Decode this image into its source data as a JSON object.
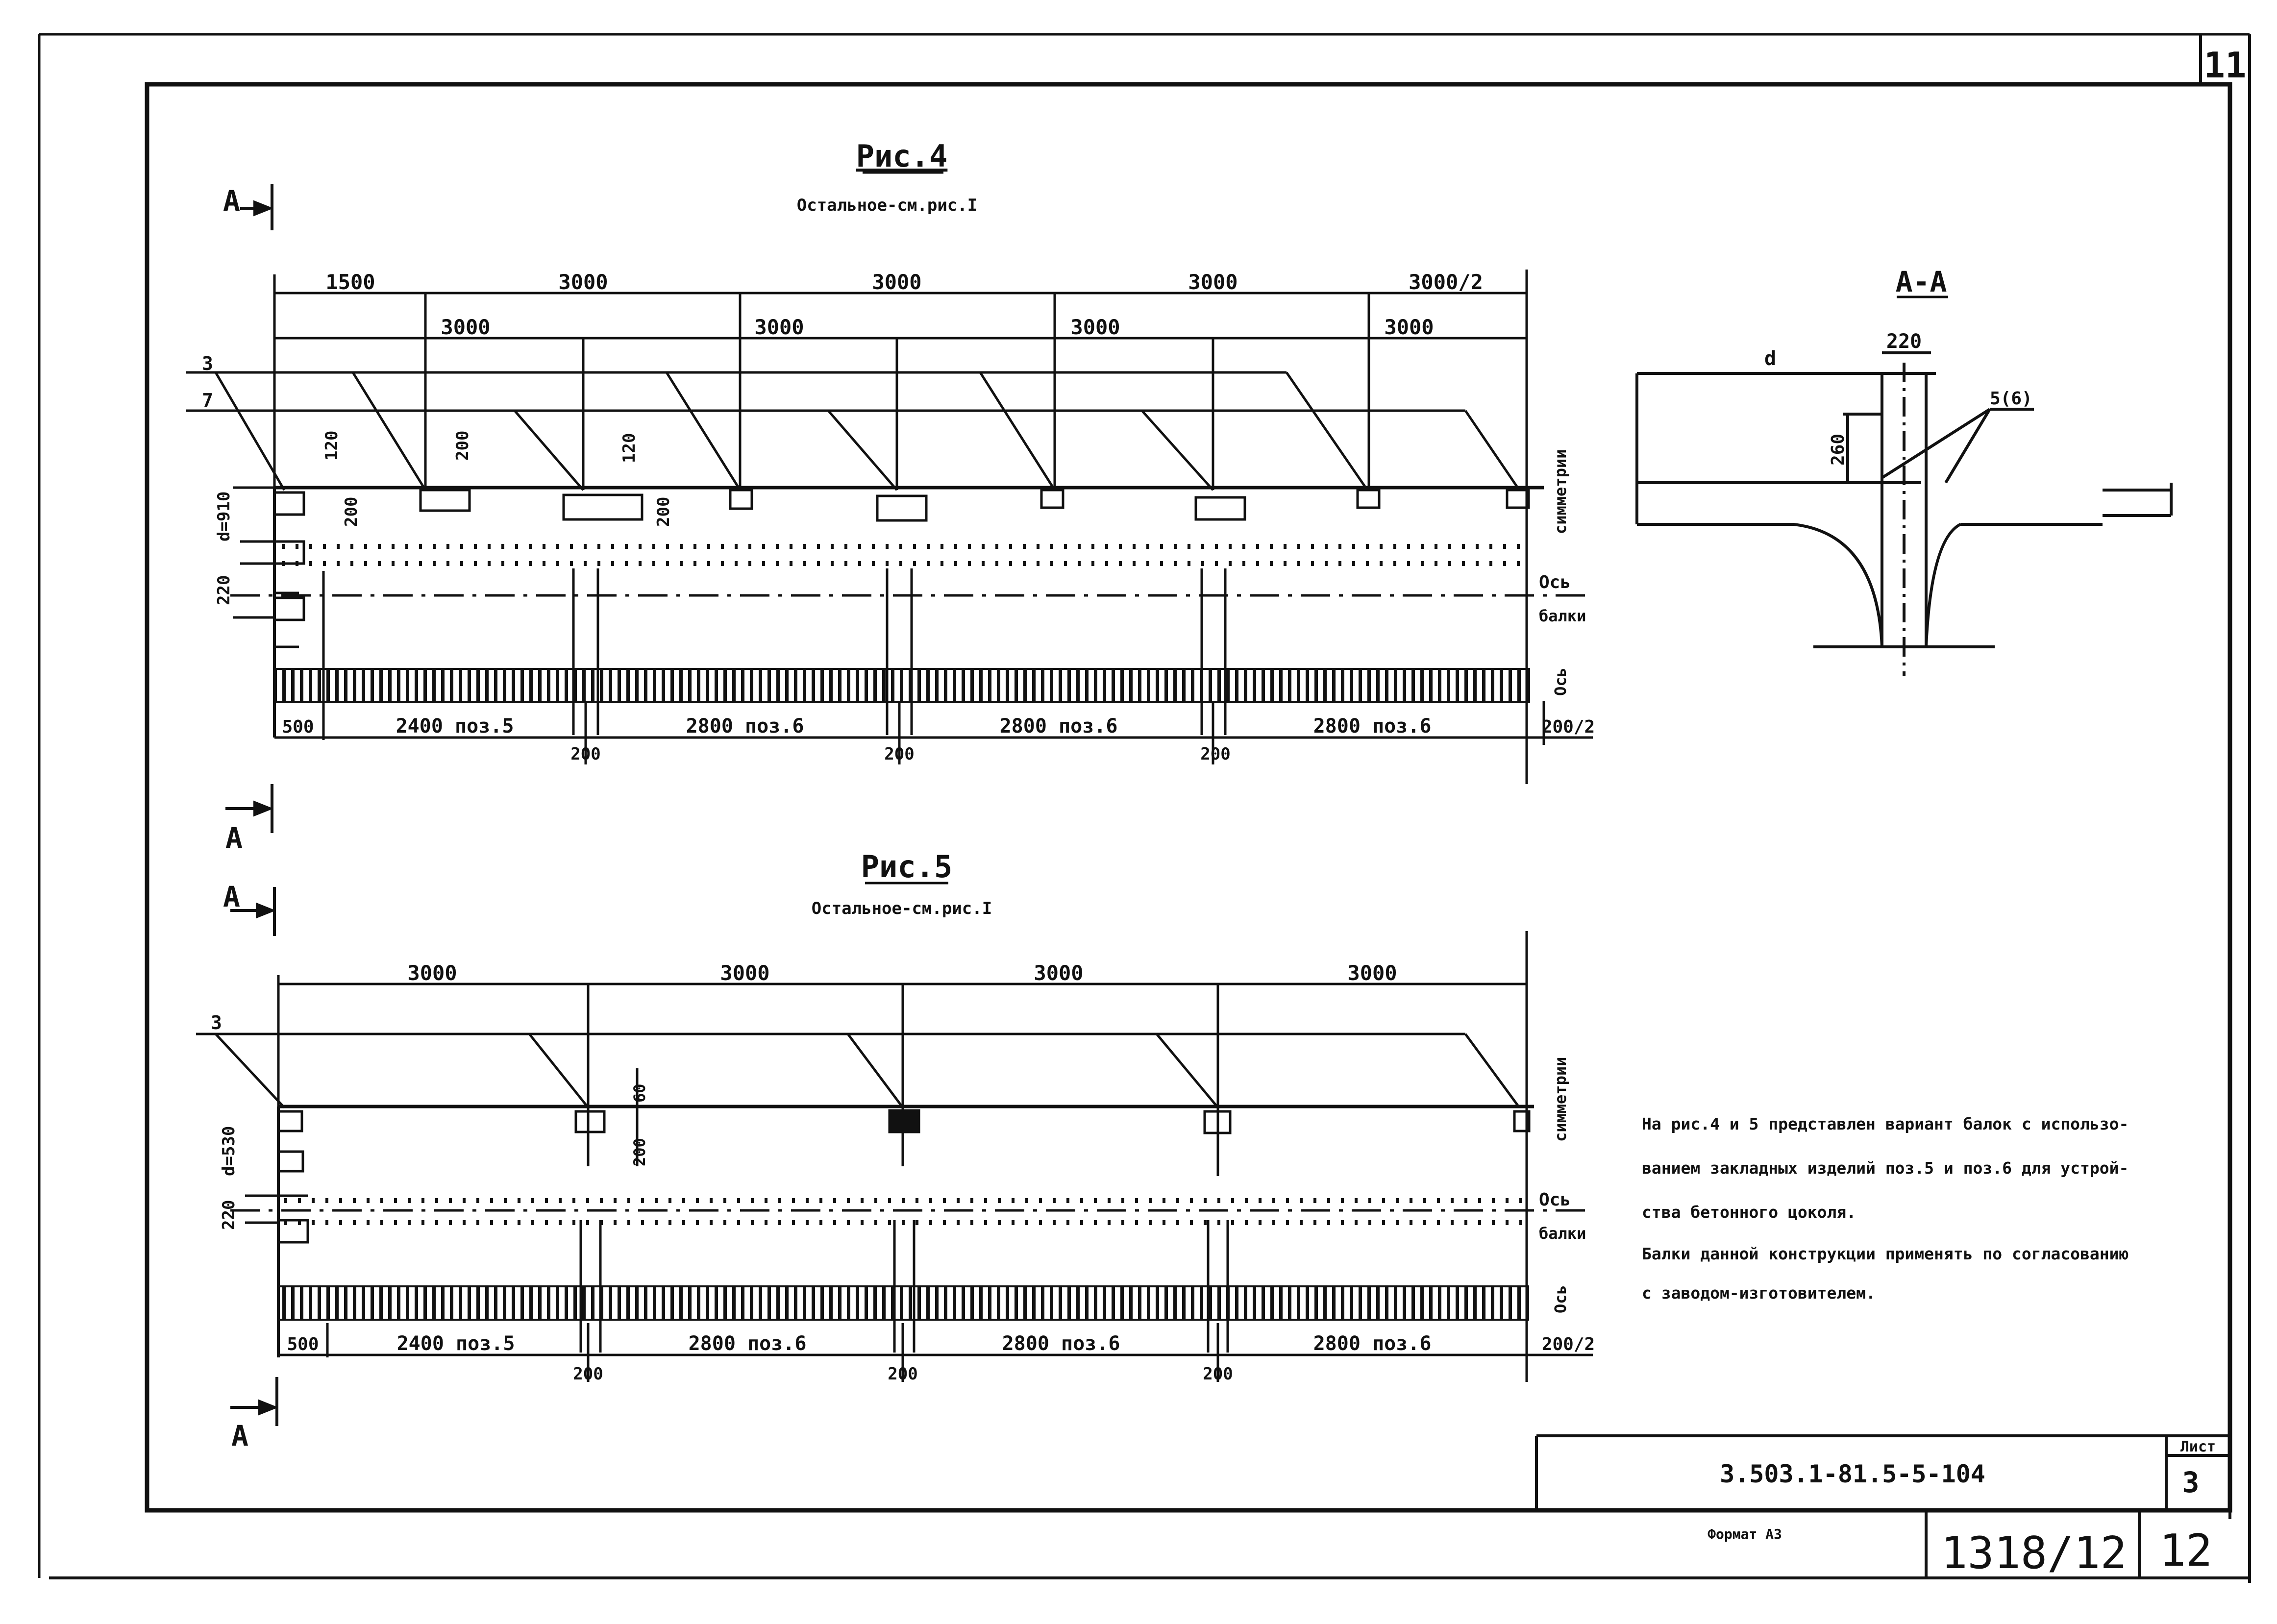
{
  "sheet_corner": "11",
  "fig4": {
    "title": "Рис.4",
    "subtitle": "Остальное-см.рис.I",
    "section_letter": "А",
    "top_dims": [
      "1500",
      "3000",
      "3000",
      "3000",
      "3000/2"
    ],
    "second_dims": [
      "3000",
      "3000",
      "3000",
      "3000"
    ],
    "callouts": [
      "3",
      "7"
    ],
    "small_dims": [
      "120",
      "200",
      "120",
      "200",
      "200"
    ],
    "left_dims": [
      "d=910",
      "220"
    ],
    "axis_labels": [
      "симметрии",
      "Ось",
      "балки",
      "Ось"
    ],
    "bottom_dims": [
      "500",
      "2400 поз.5",
      "2800 поз.6",
      "2800 поз.6",
      "2800 поз.6",
      "200/2"
    ],
    "below_dims": [
      "200",
      "200",
      "200"
    ]
  },
  "fig5": {
    "title": "Рис.5",
    "subtitle": "Остальное-см.рис.I",
    "section_letter": "А",
    "top_dims": [
      "3000",
      "3000",
      "3000",
      "3000"
    ],
    "callouts": [
      "3"
    ],
    "small_dims": [
      "60",
      "200"
    ],
    "left_dims": [
      "d=530",
      "220"
    ],
    "axis_labels": [
      "симметрии",
      "Ось",
      "балки",
      "Ось"
    ],
    "bottom_dims": [
      "500",
      "2400 поз.5",
      "2800 поз.6",
      "2800 поз.6",
      "2800 поз.6",
      "200/2"
    ],
    "below_dims": [
      "200",
      "200",
      "200"
    ]
  },
  "section_aa": {
    "title": "А-А",
    "d_label": "d",
    "width_label": "220",
    "height_label": "260",
    "callout": "5(6)"
  },
  "notes": [
    "На рис.4 и 5 представлен вариант балок с использо-",
    "ванием закладных изделий поз.5 и поз.6 для устрой-",
    "ства бетонного цоколя.",
    "Балки данной конструкции применять по согласованию",
    "с заводом-изготовителем."
  ],
  "title_block": {
    "doc_code": "3.503.1-81.5-5-104",
    "sheet_label": "Лист",
    "sheet_number": "3"
  },
  "footer": {
    "format": "Формат А3",
    "inventory": "1318/12",
    "page": "12"
  }
}
